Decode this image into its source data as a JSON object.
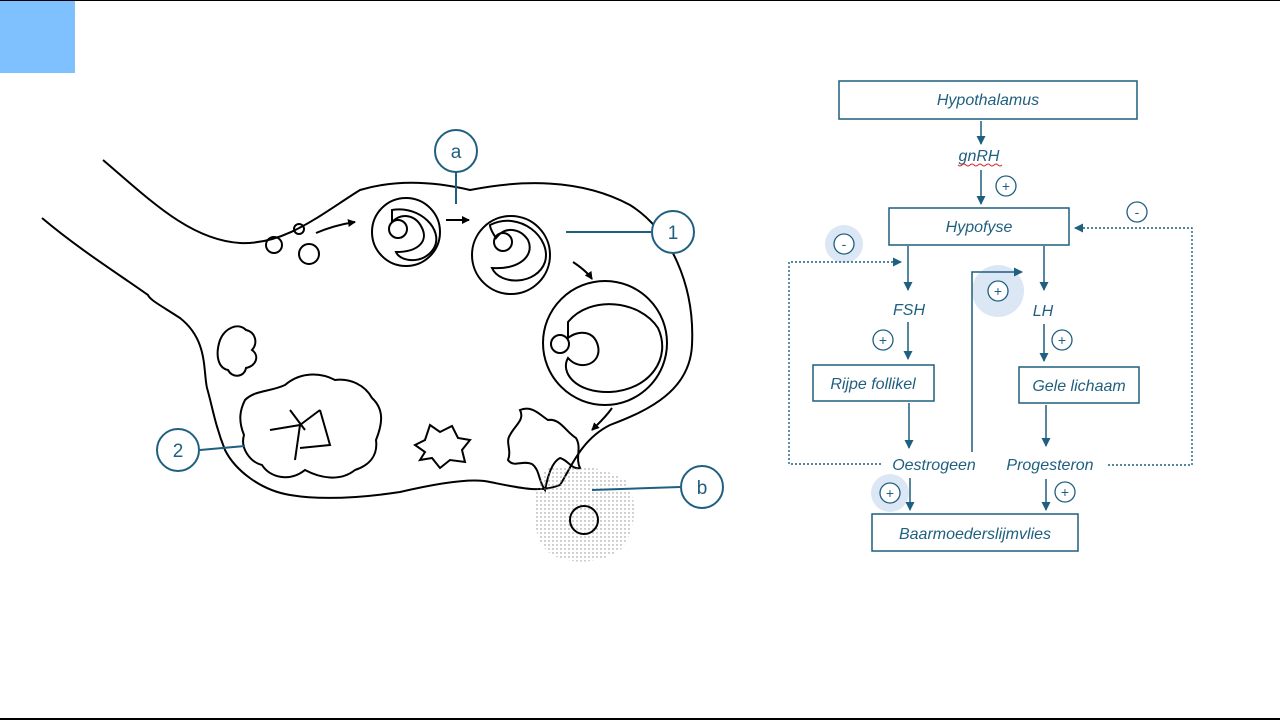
{
  "colors": {
    "accent": "#7fc1ff",
    "ink": "#1f5f7f",
    "outline": "#000000",
    "halo": "#dbe7f5"
  },
  "ovary": {
    "labels": {
      "a": "a",
      "b": "b",
      "one": "1",
      "two": "2"
    }
  },
  "flowchart": {
    "hypothalamus": "Hypothalamus",
    "gnrh": "gnRH",
    "hypofyse": "Hypofyse",
    "fsh": "FSH",
    "lh": "LH",
    "rijpe_follikel": "Rijpe follikel",
    "gele_lichaam": "Gele lichaam",
    "oestrogeen": "Oestrogeen",
    "progesteron": "Progesteron",
    "baarmoederslijmvlies": "Baarmoederslijmvlies",
    "plus": "+",
    "minus": "-"
  }
}
